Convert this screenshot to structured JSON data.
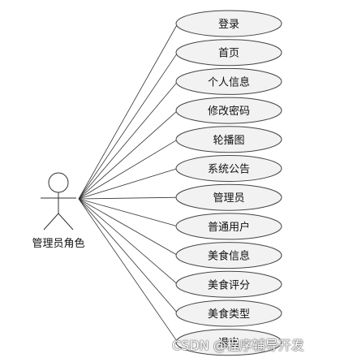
{
  "actor": {
    "label": "管理员角色"
  },
  "use_cases": [
    {
      "label": "登录"
    },
    {
      "label": "首页"
    },
    {
      "label": "个人信息"
    },
    {
      "label": "修改密码"
    },
    {
      "label": "轮播图"
    },
    {
      "label": "系统公告"
    },
    {
      "label": "管理员"
    },
    {
      "label": "普通用户"
    },
    {
      "label": "美食信息"
    },
    {
      "label": "美食评分"
    },
    {
      "label": "美食类型"
    },
    {
      "label": "退出"
    }
  ],
  "watermark": "CSDN @程序辅导开发"
}
